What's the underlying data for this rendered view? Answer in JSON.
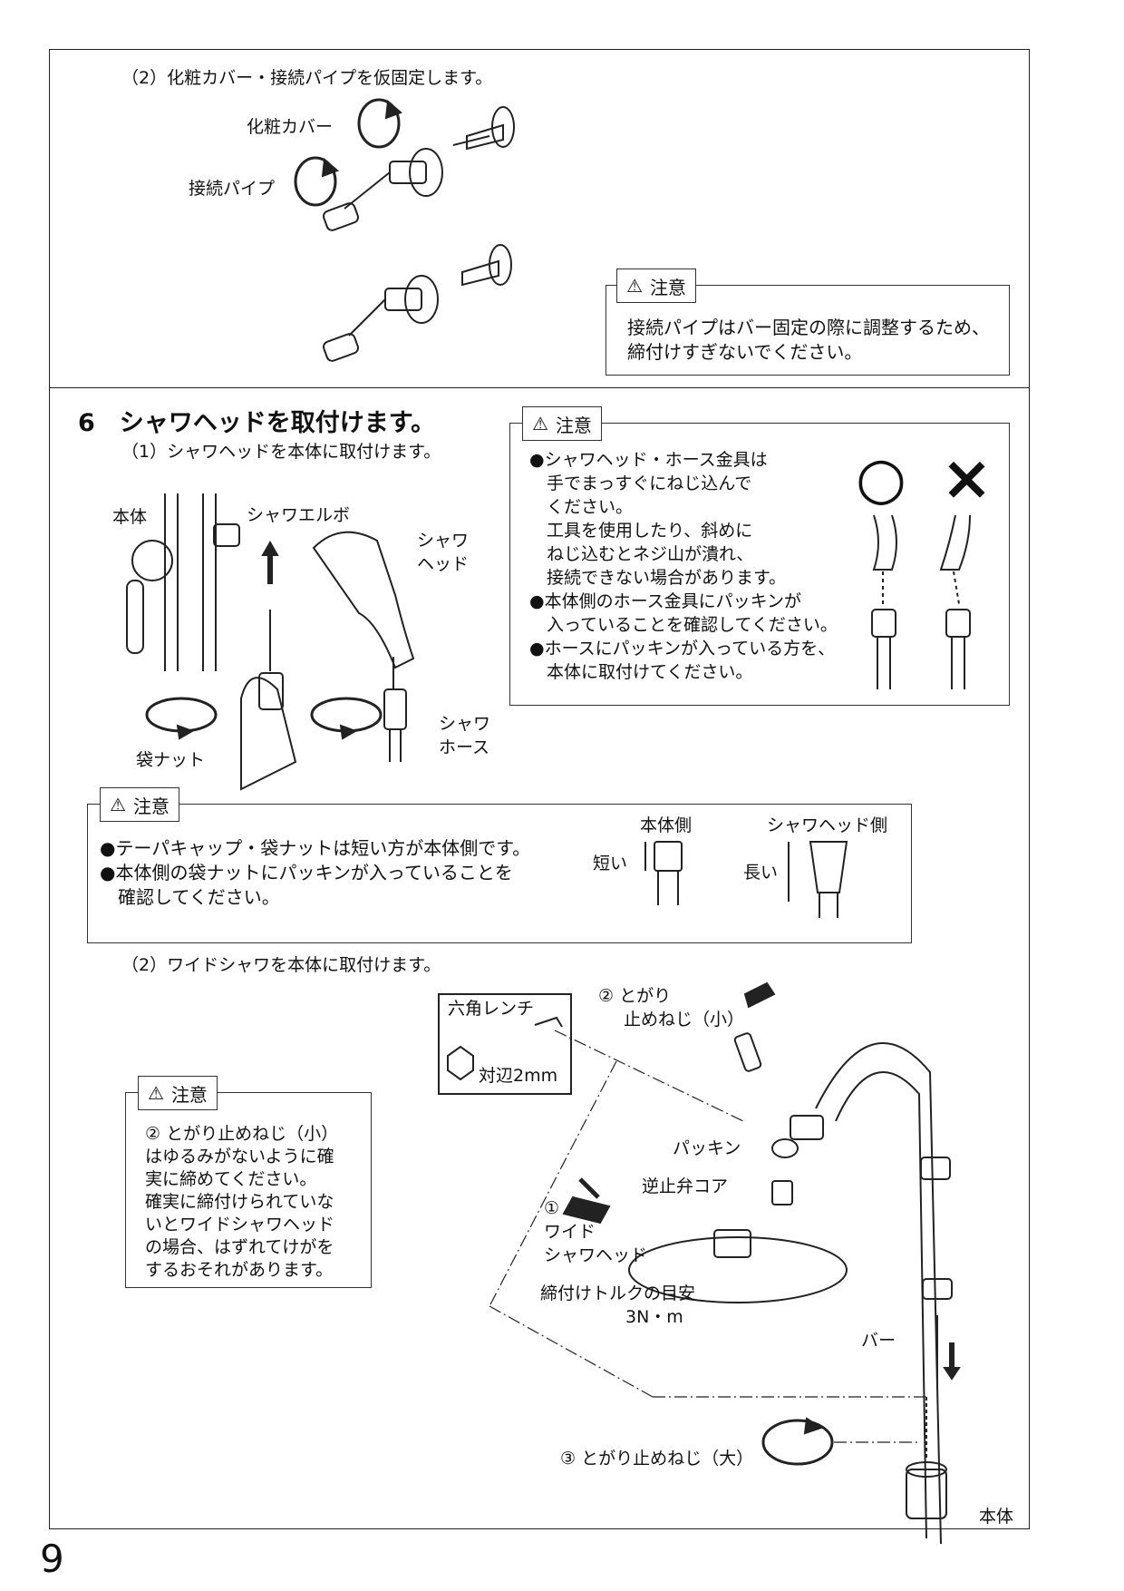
{
  "page_number": "9",
  "section_a": {
    "step_title": "（2）化粧カバー・接続パイプを仮固定します。",
    "label_cover": "化粧カバー",
    "label_pipe": "接続パイプ",
    "caution_title": "注意",
    "caution_lines": [
      "接続パイプはバー固定の際に調整するため、",
      "締付けすぎないでください。"
    ]
  },
  "section6": {
    "heading": "6　シャワヘッドを取付けます。",
    "step1_title": "（1）シャワヘッドを本体に取付けます。",
    "label_body": "本体",
    "label_elbow": "シャワエルボ",
    "label_head_1": "シャワ",
    "label_head_2": "ヘッド",
    "label_nut": "袋ナット",
    "label_hose_1": "シャワ",
    "label_hose_2": "ホース",
    "caution_right": {
      "title": "注意",
      "lines": [
        "●シャワヘッド・ホース金具は",
        "　手でまっすぐにねじ込んで",
        "　ください。",
        "　工具を使用したり、斜めに",
        "　ねじ込むとネジ山が潰れ、",
        "　接続できない場合があります。",
        "●本体側のホース金具にパッキンが",
        "　入っていることを確認してください。",
        "●ホースにパッキンが入っている方を、",
        "　本体に取付けてください。"
      ],
      "ok_mark": "○",
      "ng_mark": "×"
    },
    "caution_mid": {
      "title": "注意",
      "lines": [
        "●テーパキャップ・袋ナットは短い方が本体側です。",
        "●本体側の袋ナットにパッキンが入っていることを",
        "　確認してください。"
      ],
      "label_body_side": "本体側",
      "label_short": "短い",
      "label_head_side": "シャワヘッド側",
      "label_long": "長い"
    },
    "step2_title": "（2）ワイドシャワを本体に取付けます。",
    "caution_left": {
      "title": "注意",
      "lines": [
        "② とがり止めねじ（小）",
        "はゆるみがないように確",
        "実に締めてください。",
        "確実に締付けられていな",
        "いとワイドシャワヘッド",
        "の場合、はずれてけがを",
        "するおそれがあります。"
      ]
    },
    "hex_wrench_label": "六角レンチ",
    "hex_size_label": "対辺2mm",
    "screw_small_1": "② とがり",
    "screw_small_2": "止めねじ（小）",
    "label_packing": "パッキン",
    "label_check_valve": "逆止弁コア",
    "wide_head_1": "①",
    "wide_head_2": "ワイド",
    "wide_head_3": "シャワヘッド",
    "torque_1": "締付けトルクの目安",
    "torque_2": "3N・m",
    "label_bar": "バー",
    "screw_large": "③ とがり止めねじ（大）",
    "label_body_bottom": "本体"
  }
}
